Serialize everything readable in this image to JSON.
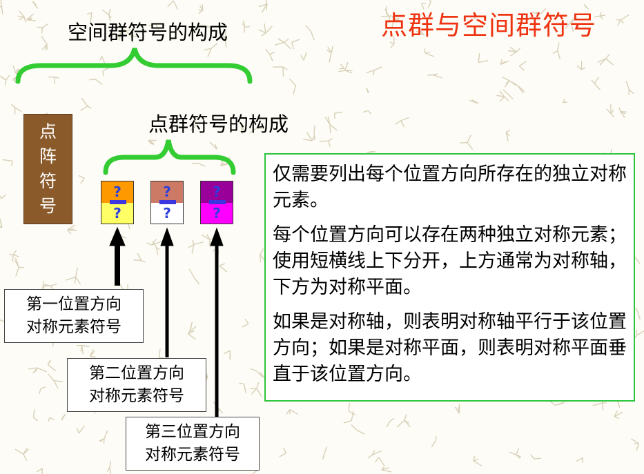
{
  "title": "点群与空间群符号",
  "space_group_label": "空间群符号的构成",
  "point_group_label": "点群符号的构成",
  "lattice_symbol": [
    "点",
    "阵",
    "符",
    "号"
  ],
  "symbols": [
    {
      "top_text": "?",
      "bottom_text": "?",
      "top_color": "#ff9900",
      "bottom_color": "#ffff66"
    },
    {
      "top_text": "?",
      "bottom_text": "?",
      "top_color": "#cc7a66",
      "bottom_color": "#ffffff"
    },
    {
      "top_text": "?",
      "bottom_text": "?",
      "top_color": "#990099",
      "bottom_color": "#ff00ff"
    }
  ],
  "position_boxes": [
    {
      "line1": "第一位置方向",
      "line2": "对称元素符号"
    },
    {
      "line1": "第二位置方向",
      "line2": "对称元素符号"
    },
    {
      "line1": "第三位置方向",
      "line2": "对称元素符号"
    }
  ],
  "explanation": [
    "仅需要列出每个位置方向所存在的独立对称元素。",
    "每个位置方向可以存在两种独立对称元素；使用短横线上下分开，上方通常为对称轴，下方为对称平面。",
    "如果是对称轴，则表明对称轴平行于该位置方向；如果是对称平面，则表明对称平面垂直于该位置方向。"
  ],
  "colors": {
    "title": "#ee3311",
    "brace": "#33cc33",
    "lattice_box": "#8b5a2b",
    "explanation_border": "#2ec43c",
    "question_mark": "#2a3fe0"
  }
}
